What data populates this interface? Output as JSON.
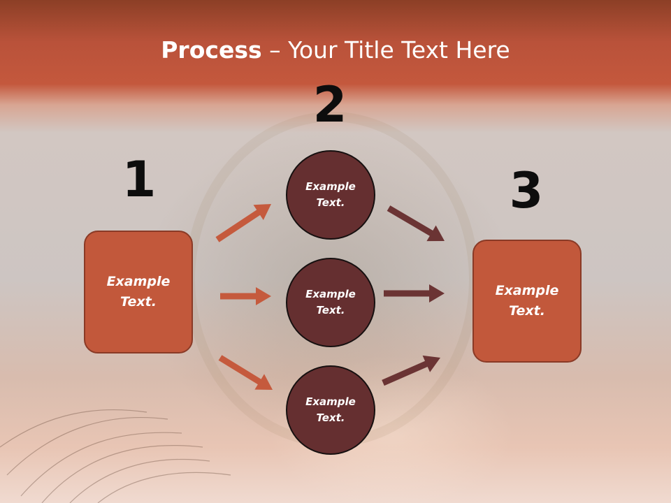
{
  "title": {
    "bold": "Process",
    "rest": " – Your Title Text Here"
  },
  "steps": [
    {
      "number": "1",
      "label": "Example\nText."
    },
    {
      "number": "2",
      "items": [
        {
          "label": "Example\nText."
        },
        {
          "label": "Example\nText."
        },
        {
          "label": "Example\nText."
        }
      ]
    },
    {
      "number": "3",
      "label": "Example\nText."
    }
  ],
  "colors": {
    "box_fill": "#c2583b",
    "circle_fill": "#652f30",
    "arrow_left": "#c55a3d",
    "arrow_right": "#6b3434"
  }
}
